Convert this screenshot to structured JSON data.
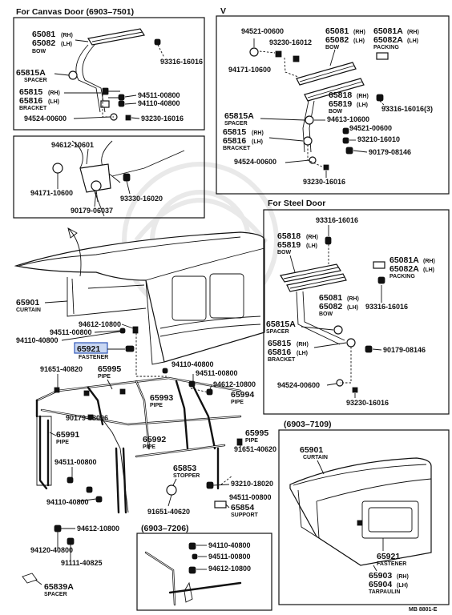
{
  "sections": {
    "canvas_door": "For  Canvas Door  (6903–7501)",
    "v_mark": "V",
    "steel_door": "For  Steel Door",
    "range_tarp": "(6903–7109)",
    "range_small": "(6903–7206)"
  },
  "parts": {
    "p65081": "65081",
    "p65082": "65082",
    "bow": "BOW",
    "p93316_16016": "93316-16016",
    "p65815A": "65815A",
    "spacer": "SPACER",
    "p65815": "65815",
    "p65816": "65816",
    "bracket": "BRACKET",
    "p94511_00800": "94511-00800",
    "p94110_40800": "94110-40800",
    "p94524_00600": "94524-00600",
    "p93230_16016": "93230-16016",
    "p94521_00600": "94521-00600",
    "p93230_16012": "93230-16012",
    "p94171_10600": "94171-10600",
    "p65081A": "65081A",
    "p65082A": "65082A",
    "packing": "PACKING",
    "p65818": "65818",
    "p65819": "65819",
    "p93316_16016_3": "93316-16016(3)",
    "p94613_10600": "94613-10600",
    "p93210_16010": "93210-16010",
    "p90179_08146": "90179-08146",
    "p94612_10601": "94612-10601",
    "p93330_16020": "93330-16020",
    "p90179_06037": "90179-06037",
    "p65901": "65901",
    "curtain": "CURTAIN",
    "p94612_10800": "94612-10800",
    "p65921": "65921",
    "fastener": "FASTENER",
    "p91651_40820": "91651-40820",
    "p65995": "65995",
    "pipe": "PIPE",
    "p65993": "65993",
    "p65994": "65994",
    "p90179_08096": "90179-08096",
    "p65991": "65991",
    "p65992": "65992",
    "p91651_40620": "91651-40620",
    "p65853": "65853",
    "stopper": "STOPPER",
    "p93210_18020": "93210-18020",
    "p65854": "65854",
    "support": "SUPPORT",
    "p94120_40800": "94120-40800",
    "p91111_40825": "91111-40825",
    "p65839A": "65839A",
    "p65903": "65903",
    "p65904": "65904",
    "tarpaulin": "TARPAULIN",
    "rh": "(RH)",
    "lh": "(LH)"
  },
  "highlight_part": "65921",
  "footer_code": "MB  8801-E",
  "colors": {
    "line": "#111111",
    "highlight_fill": "#c9d7f2",
    "highlight_stroke": "#2f56b8"
  }
}
